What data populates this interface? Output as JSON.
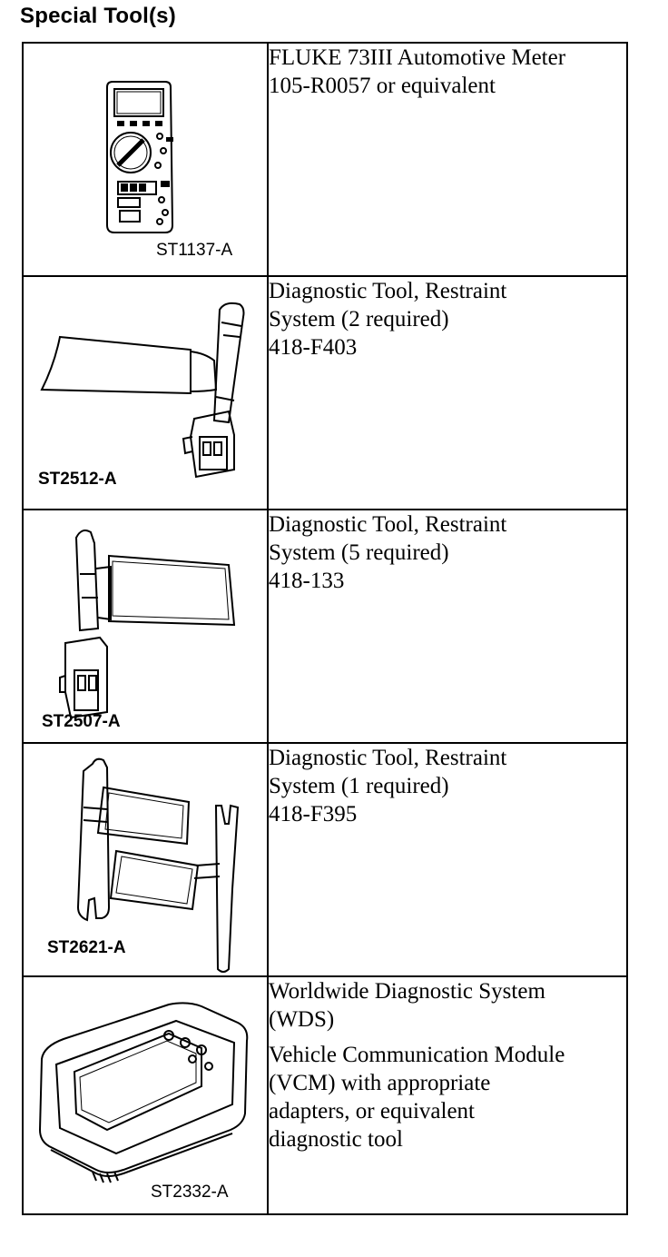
{
  "page_title": "Special Tool(s)",
  "tools": [
    {
      "id": "ST1137-A",
      "icon": "multimeter-illustration",
      "paragraphs": [
        [
          "FLUKE 73III Automotive Meter",
          "105-R0057 or equivalent"
        ]
      ]
    },
    {
      "id": "ST2512-A",
      "icon": "restraint-diagnostic-tool-illustration",
      "paragraphs": [
        [
          "Diagnostic Tool, Restraint",
          "System (2 required)",
          "418-F403"
        ]
      ]
    },
    {
      "id": "ST2507-A",
      "icon": "restraint-diagnostic-tool-illustration",
      "paragraphs": [
        [
          "Diagnostic Tool, Restraint",
          "System (5 required)",
          "418-133"
        ]
      ]
    },
    {
      "id": "ST2621-A",
      "icon": "restraint-diagnostic-tool-pair-illustration",
      "paragraphs": [
        [
          "Diagnostic Tool, Restraint",
          "System (1 required)",
          "418-F395"
        ]
      ]
    },
    {
      "id": "ST2332-A",
      "icon": "vcm-module-illustration",
      "paragraphs": [
        [
          "Worldwide Diagnostic System",
          "(WDS)"
        ],
        [
          "Vehicle Communication Module",
          "(VCM) with appropriate",
          "adapters, or equivalent",
          "diagnostic tool"
        ]
      ]
    }
  ]
}
